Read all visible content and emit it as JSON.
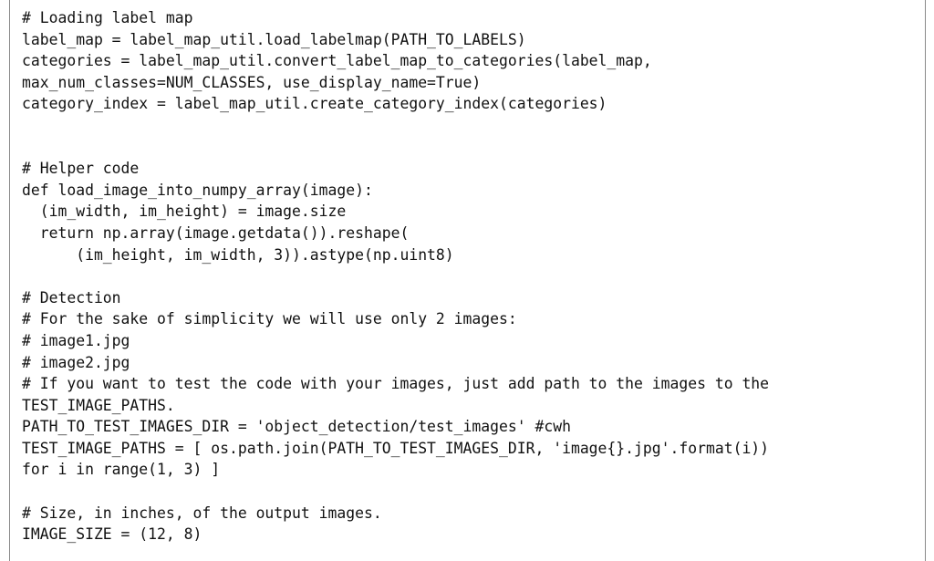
{
  "code": {
    "lines": [
      "# Loading label map",
      "label_map = label_map_util.load_labelmap(PATH_TO_LABELS)",
      "categories = label_map_util.convert_label_map_to_categories(label_map,",
      "max_num_classes=NUM_CLASSES, use_display_name=True)",
      "category_index = label_map_util.create_category_index(categories)",
      "",
      "",
      "# Helper code",
      "def load_image_into_numpy_array(image):",
      "  (im_width, im_height) = image.size",
      "  return np.array(image.getdata()).reshape(",
      "      (im_height, im_width, 3)).astype(np.uint8)",
      "",
      "# Detection",
      "# For the sake of simplicity we will use only 2 images:",
      "# image1.jpg",
      "# image2.jpg",
      "# If you want to test the code with your images, just add path to the images to the",
      "TEST_IMAGE_PATHS.",
      "PATH_TO_TEST_IMAGES_DIR = 'object_detection/test_images' #cwh",
      "TEST_IMAGE_PATHS = [ os.path.join(PATH_TO_TEST_IMAGES_DIR, 'image{}.jpg'.format(i))",
      "for i in range(1, 3) ]",
      "",
      "# Size, in inches, of the output images.",
      "IMAGE_SIZE = (12, 8)"
    ]
  }
}
